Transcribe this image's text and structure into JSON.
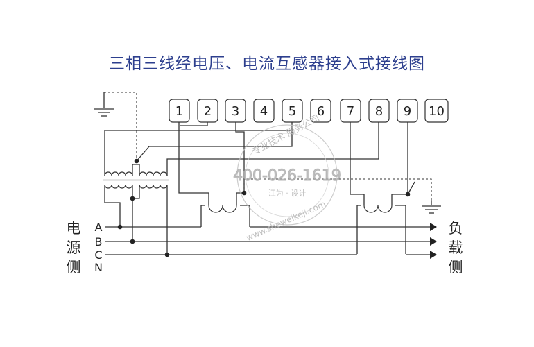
{
  "title": "三相三线经电压、电流互感器接入式接线图",
  "terminals": [
    "1",
    "2",
    "3",
    "4",
    "5",
    "6",
    "7",
    "8",
    "9",
    "10"
  ],
  "source_label": [
    "电",
    "源",
    "侧"
  ],
  "load_label": [
    "负",
    "载",
    "侧"
  ],
  "phases": [
    "A",
    "B",
    "C",
    "N"
  ],
  "watermark": {
    "top_text": "专业技术 服务公司",
    "phone": "400-026-1619",
    "middle_text": "江为 · 设计",
    "url": "www.sheweikeji.com"
  },
  "colors": {
    "title": "#2d3f8e",
    "lines": "#333333",
    "watermark": "#b4b4b4"
  }
}
